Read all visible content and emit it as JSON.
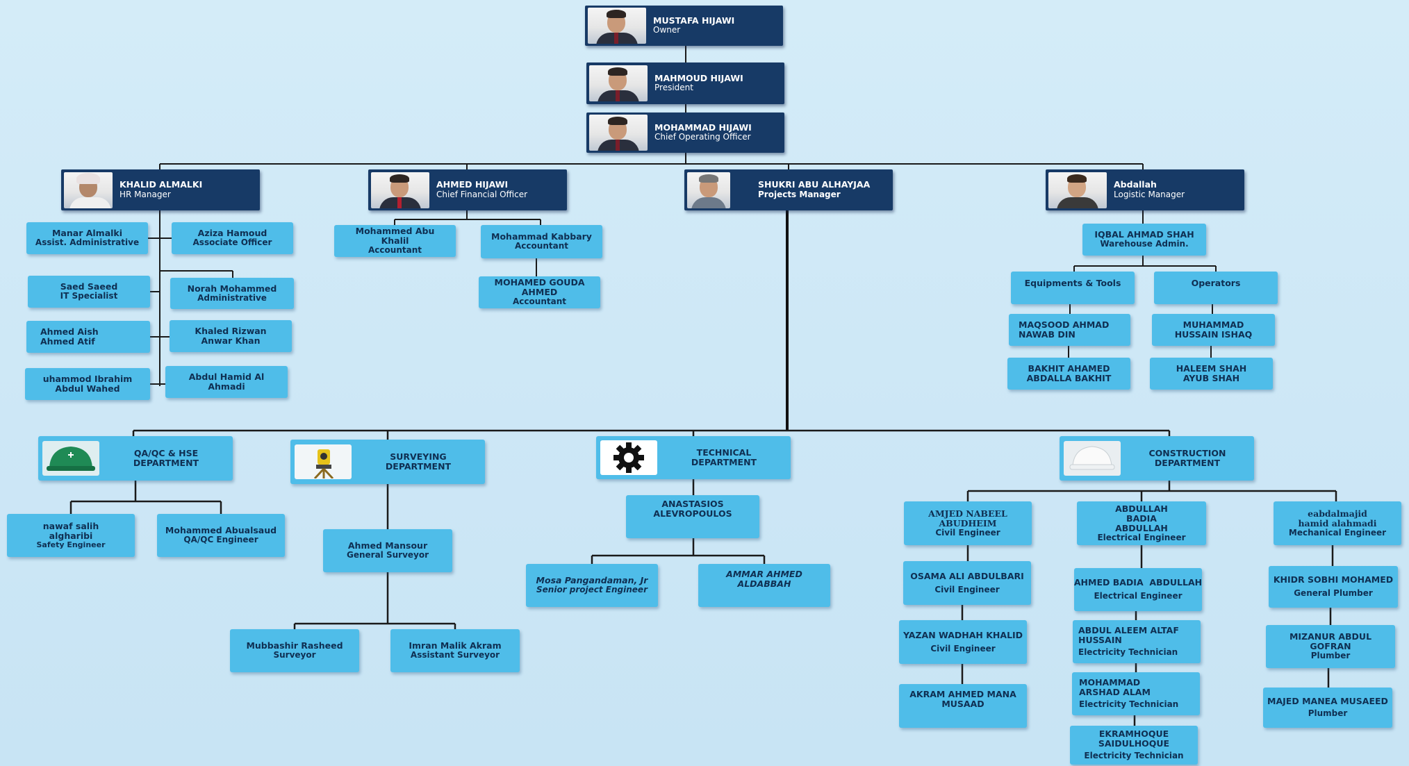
{
  "executives": {
    "owner": {
      "name": "MUSTAFA HIJAWI",
      "role": "Owner"
    },
    "president": {
      "name": "MAHMOUD HIJAWI",
      "role": "President"
    },
    "coo": {
      "name": "MOHAMMAD HIJAWI",
      "role": "Chief Operating Officer"
    }
  },
  "managers": {
    "hr": {
      "name": "KHALID ALMALKI",
      "role": "HR Manager"
    },
    "cfo": {
      "name": "AHMED HIJAWI",
      "role": "Chief Financial Officer"
    },
    "projects": {
      "name": "SHUKRI ABU ALHAYJAA",
      "role": "Projects Manager"
    },
    "logistic": {
      "name": "Abdallah",
      "role": "Logistic Manager"
    }
  },
  "hr_staff": [
    {
      "name": "Manar Almalki",
      "role": "Assist. Administrative"
    },
    {
      "name": "Aziza Hamoud",
      "role": "Associate Officer"
    },
    {
      "name": "Saed Saeed",
      "role": "IT Specialist"
    },
    {
      "name": "Norah Mohammed",
      "role": "Administrative"
    },
    {
      "name": "Ahmed Aish Ahmed Atif",
      "role": ""
    },
    {
      "name": "Khaled Rizwan Anwar Khan",
      "role": ""
    },
    {
      "name": "uhammod Ibrahim Abdul Wahed",
      "role": ""
    },
    {
      "name": "Abdul Hamid Al Ahmadi",
      "role": ""
    }
  ],
  "finance_staff": [
    {
      "name": "Mohammed Abu Khalil",
      "role": "Accountant"
    },
    {
      "name": "Mohammad Kabbary",
      "role": "Accountant"
    },
    {
      "name": "MOHAMED GOUDA AHMED",
      "role": "Accountant"
    }
  ],
  "logistics_staff": {
    "warehouse": {
      "name": "IQBAL AHMAD SHAH",
      "role": "Warehouse Admin."
    },
    "equipment_label": "Equipments & Tools",
    "operators_label": "Operators",
    "equipment": [
      "MAQSOOD AHMAD NAWAB DIN",
      "BAKHIT AHAMED ABDALLA BAKHIT"
    ],
    "operators": [
      "MUHAMMAD HUSSAIN ISHAQ",
      "HALEEM SHAH AYUB SHAH"
    ]
  },
  "departments": {
    "qa": {
      "title": "QA/QC & HSE DEPARTMENT",
      "staff": [
        {
          "name": "nawaf salih algharibi",
          "role": "Safety Engineer"
        },
        {
          "name": "Mohammed Abualsaud",
          "role": "QA/QC  Engineer"
        }
      ]
    },
    "surveying": {
      "title": "SURVEYING DEPARTMENT",
      "head": {
        "name": "Ahmed Mansour",
        "role": "General Surveyor"
      },
      "staff": [
        {
          "name": "Mubbashir Rasheed",
          "role": "Surveyor"
        },
        {
          "name": "Imran Malik Akram",
          "role": "Assistant Surveyor"
        }
      ]
    },
    "technical": {
      "title": "TECHNICAL DEPARTMENT",
      "head": {
        "name": "ANASTASIOS ALEVROPOULOS",
        "role": ""
      },
      "staff": [
        {
          "name": "Mosa Pangandaman, Jr",
          "role": "Senior project Engineer"
        },
        {
          "name": "AMMAR AHMED ALDABBAH",
          "role": ""
        }
      ]
    },
    "construction": {
      "title": "CONSTRUCTION DEPARTMENT",
      "civil": [
        {
          "name": "AMJED NABEEL ABUDHEIM",
          "role": "Civil Engineer"
        },
        {
          "name": "OSAMA ALI ABDULBARI",
          "role": "Civil Engineer"
        },
        {
          "name": "YAZAN WADHAH KHALID",
          "role": "Civil Engineer"
        },
        {
          "name": "AKRAM AHMED MANA MUSAAD",
          "role": ""
        }
      ],
      "electrical": [
        {
          "name": "ABDULLAH BADIA ABDULLAH",
          "role": "Electrical Engineer"
        },
        {
          "name": "AHMED BADIA  ABDULLAH",
          "role": "Electrical Engineer"
        },
        {
          "name": "ABDUL ALEEM ALTAF HUSSAIN",
          "role": "Electricity Technician"
        },
        {
          "name": "MOHAMMAD ARSHAD ALAM",
          "role": "Electricity Technician"
        },
        {
          "name": "EKRAMHOQUE SAIDULHOQUE",
          "role": "Electricity Technician"
        }
      ],
      "mechanical": [
        {
          "name": "eabdalmajid hamid alahmadi",
          "role": "Mechanical Engineer"
        },
        {
          "name": "KHIDR SOBHI MOHAMED",
          "role": "General Plumber"
        },
        {
          "name": "MIZANUR ABDUL GOFRAN",
          "role": "Plumber"
        },
        {
          "name": "MAJED MANEA MUSAEED",
          "role": "Plumber"
        }
      ]
    }
  }
}
